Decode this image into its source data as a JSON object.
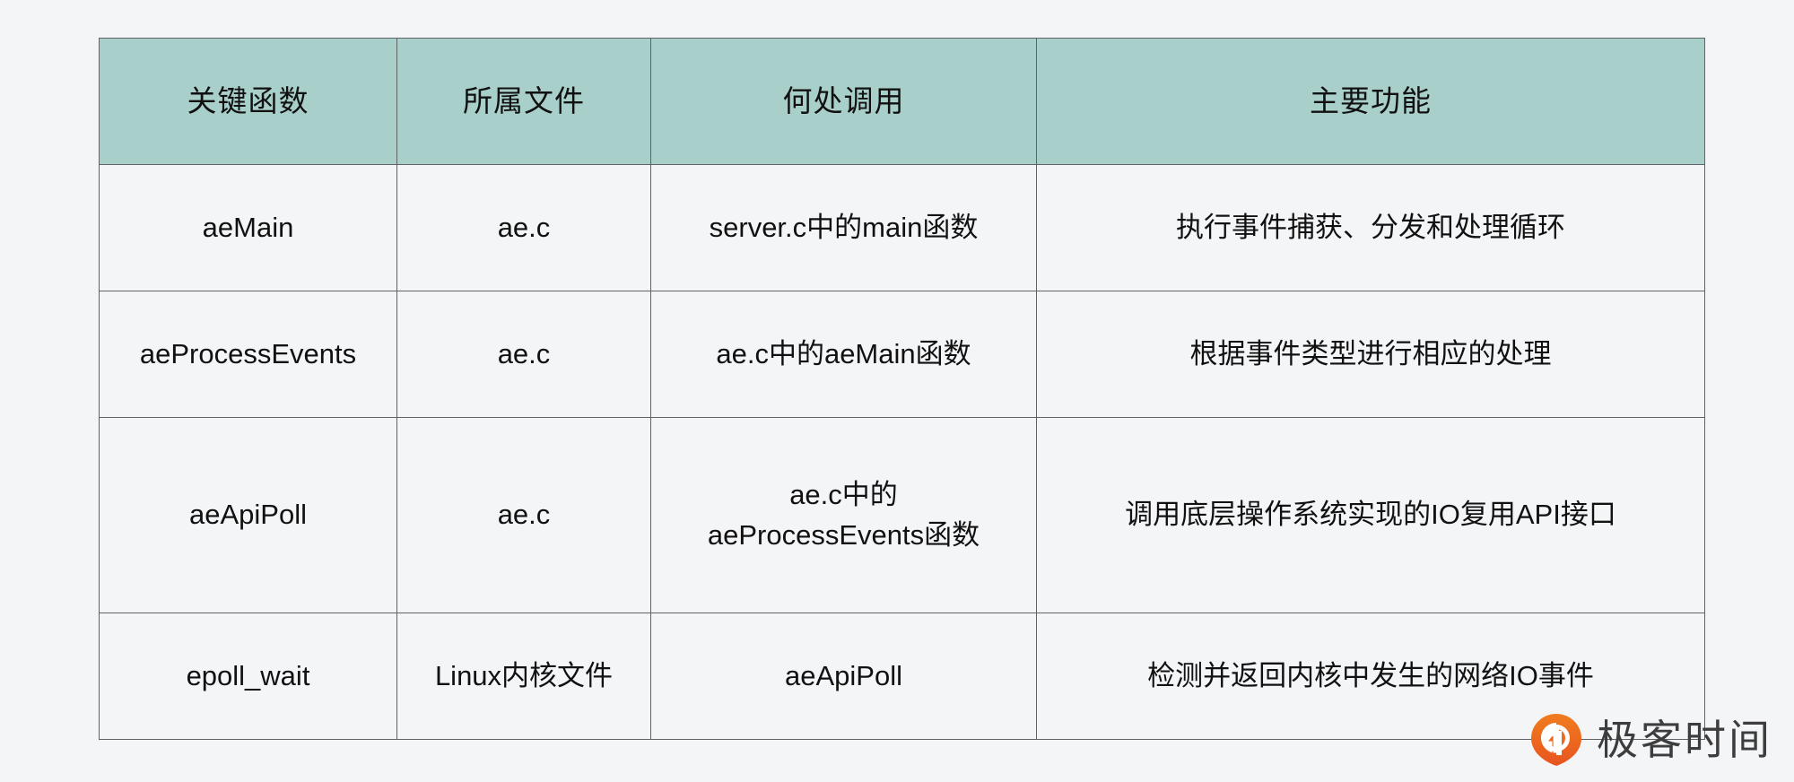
{
  "colors": {
    "header_bg": "#a9cfcb",
    "page_bg": "#f4f5f7",
    "border": "#5f6368",
    "text": "#111111",
    "brand_orange": "#e8642a"
  },
  "table": {
    "columns": [
      {
        "key": "function",
        "label": "关键函数"
      },
      {
        "key": "file",
        "label": "所属文件"
      },
      {
        "key": "called_from",
        "label": "何处调用"
      },
      {
        "key": "purpose",
        "label": "主要功能"
      }
    ],
    "rows": [
      {
        "function": "aeMain",
        "file": "ae.c",
        "called_from": "server.c中的main函数",
        "purpose": "执行事件捕获、分发和处理循环"
      },
      {
        "function": "aeProcessEvents",
        "file": "ae.c",
        "called_from": "ae.c中的aeMain函数",
        "purpose": "根据事件类型进行相应的处理"
      },
      {
        "function": "aeApiPoll",
        "file": "ae.c",
        "called_from": "ae.c中的\naeProcessEvents函数",
        "purpose": "调用底层操作系统实现的IO复用API接口"
      },
      {
        "function": "epoll_wait",
        "file": "Linux内核文件",
        "called_from": "aeApiPoll",
        "purpose": "检测并返回内核中发生的网络IO事件"
      }
    ]
  },
  "brand": {
    "name": "极客时间",
    "icon": "geektime-logo-icon"
  }
}
